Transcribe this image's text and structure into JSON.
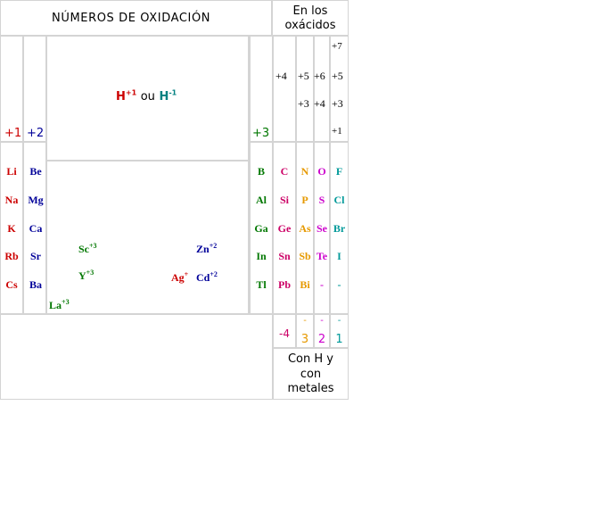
{
  "title": "NÚMEROS DE OXIDACIÓN",
  "oxacidos_header": [
    "En los",
    "oxácidos"
  ],
  "hydrogen": {
    "h1": "H",
    "h1_sup": "+1",
    "conj": "ou",
    "h2": "H",
    "h2_sup": "-1"
  },
  "group_ox": {
    "g1": "+1",
    "g2": "+2",
    "g13": "+3"
  },
  "oxacidos": {
    "c14": [
      "+4"
    ],
    "c15": [
      "+5",
      "+3"
    ],
    "c16": [
      "+6",
      "+4"
    ],
    "c17": [
      "+7",
      "+5",
      "+3",
      "+1"
    ]
  },
  "col1": [
    "Li",
    "Na",
    "K",
    "Rb",
    "Cs"
  ],
  "col2": [
    "Be",
    "Mg",
    "Ca",
    "Sr",
    "Ba"
  ],
  "col13": [
    "B",
    "Al",
    "Ga",
    "In",
    "Tl"
  ],
  "col14": [
    "C",
    "Si",
    "Ge",
    "Sn",
    "Pb"
  ],
  "col15": [
    "N",
    "P",
    "As",
    "Sb",
    "Bi"
  ],
  "col16": [
    "O",
    "S",
    "Se",
    "Te",
    "-"
  ],
  "col17": [
    "F",
    "Cl",
    "Br",
    "I",
    "-"
  ],
  "transition": {
    "sc": "Sc",
    "sc_sup": "+3",
    "y": "Y",
    "y_sup": "+3",
    "la": "La",
    "la_sup": "+3",
    "zn": "Zn",
    "zn_sup": "+2",
    "ag": "Ag",
    "ag_sup": "+",
    "cd": "Cd",
    "cd_sup": "+2"
  },
  "negative": {
    "c14": "-4",
    "c15": "-",
    "c15b": "3",
    "c16": "-",
    "c16b": "2",
    "c17": "-",
    "c17b": "1"
  },
  "footer": [
    "Con H y",
    "con",
    "metales"
  ],
  "colors": {
    "g1": "#cc0000",
    "g2": "#000099",
    "g13": "#007700",
    "g14": "#cc0066",
    "g15": "#e69900",
    "g16": "#cc00cc",
    "g17": "#009999",
    "h_red": "#cc0000",
    "h_teal": "#008080",
    "transition_green": "#007700",
    "transition_blue": "#000099",
    "transition_red": "#cc0000"
  }
}
